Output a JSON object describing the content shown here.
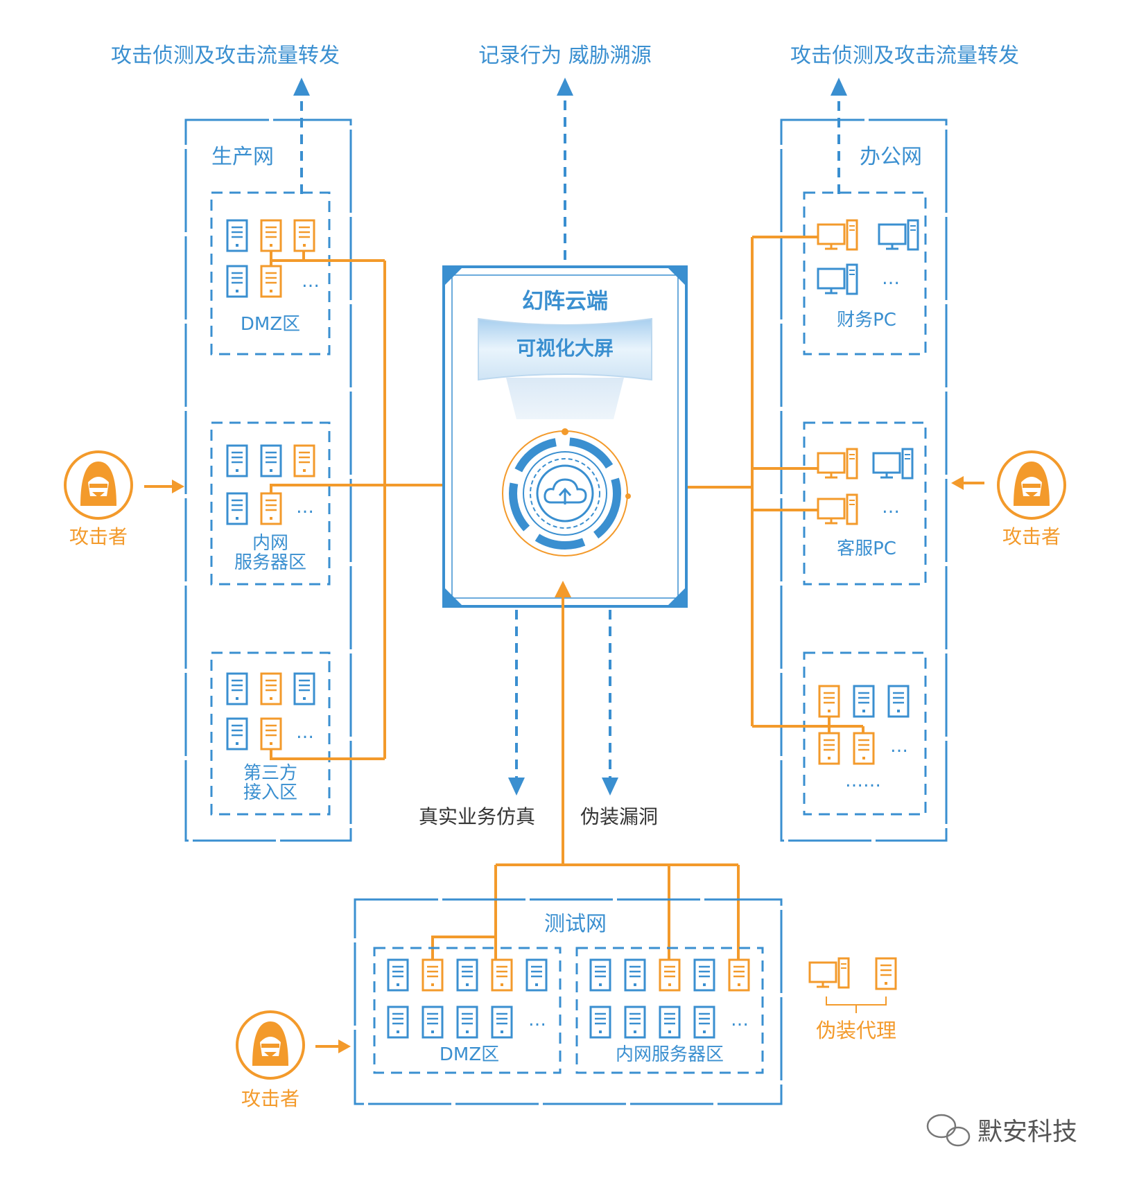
{
  "top_labels": {
    "left": "攻击侦测及攻击流量转发",
    "center": "记录行为 威胁溯源",
    "right": "攻击侦测及攻击流量转发"
  },
  "production_network": {
    "title": "生产网",
    "zones": {
      "dmz": "DMZ区",
      "internal_line1": "内网",
      "internal_line2": "服务器区",
      "third_line1": "第三方",
      "third_line2": "接入区"
    }
  },
  "office_network": {
    "title": "办公网",
    "zones": {
      "finance": "财务PC",
      "service": "客服PC",
      "more": "……"
    }
  },
  "cloud": {
    "title": "幻阵云端",
    "screen": "可视化大屏"
  },
  "flows": {
    "real_business": "真实业务仿真",
    "fake_vuln": "伪装漏洞"
  },
  "test_network": {
    "title": "测试网",
    "dmz": "DMZ区",
    "internal": "内网服务器区"
  },
  "proxy": {
    "label": "伪装代理"
  },
  "attacker": {
    "label": "攻击者"
  },
  "watermark": "默安科技",
  "ellipsis": "…",
  "colors": {
    "blue": "#3a8fd0",
    "orange": "#f39a2b",
    "text_dark": "#333333"
  }
}
